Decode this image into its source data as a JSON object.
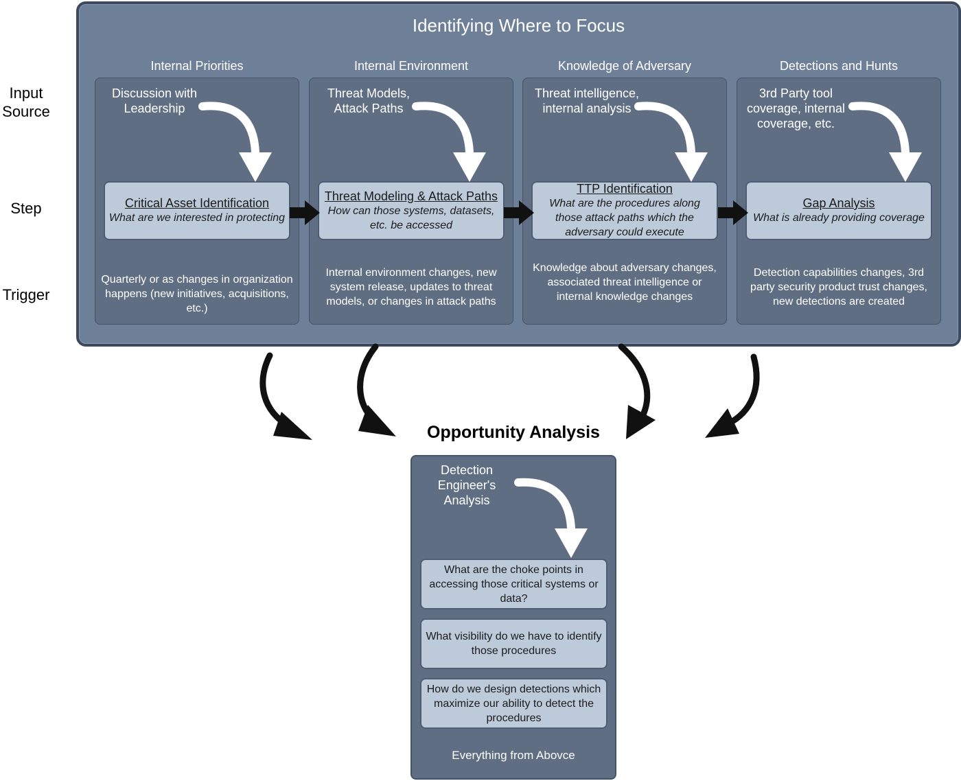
{
  "row_labels": {
    "input_source": "Input\nSource",
    "step": "Step",
    "trigger": "Trigger"
  },
  "focus": {
    "title": "Identifying Where to Focus",
    "columns": [
      {
        "header": "Internal Priorities",
        "input": "Discussion with\nLeadership",
        "step_title": "Critical Asset Identification",
        "step_desc": "What are we interested in protecting",
        "trigger": "Quarterly or as changes in organization happens (new initiatives, acquisitions, etc.)"
      },
      {
        "header": "Internal Environment",
        "input": "Threat Models,\nAttack Paths",
        "step_title": "Threat Modeling & Attack Paths",
        "step_desc": "How can those systems, datasets, etc. be accessed",
        "trigger": "Internal environment changes, new system release, updates to threat models, or changes in attack paths"
      },
      {
        "header": "Knowledge of Adversary",
        "input": "Threat intelligence,\ninternal analysis",
        "step_title": "TTP Identification",
        "step_desc": "What are the procedures along those attack paths which the adversary could execute",
        "trigger": "Knowledge about adversary changes, associated threat intelligence or internal knowledge changes"
      },
      {
        "header": "Detections and Hunts",
        "input": "3rd Party tool\ncoverage, internal\ncoverage, etc.",
        "step_title": "Gap Analysis",
        "step_desc": "What is already providing coverage",
        "trigger": "Detection capabilities changes, 3rd party security product trust changes, new detections are created"
      }
    ]
  },
  "opportunity": {
    "title": "Opportunity Analysis",
    "input": "Detection\nEngineer's\nAnalysis",
    "questions": [
      "What are the choke points in accessing those critical systems or data?",
      "What visibility do we have to identify those procedures",
      "How do we design detections which maximize our ability to detect the procedures"
    ],
    "footer": "Everything from Abovce"
  },
  "colors": {
    "outer_panel": "#6e7f98",
    "column_panel": "#5f6e83",
    "step_box": "#bccada",
    "arrow_dark": "#111111",
    "arrow_light": "#ffffff"
  },
  "icons": {
    "input_arrow": "curved-down-arrow-icon",
    "step_arrow": "right-arrow-icon",
    "flow_arrow": "curved-arrow-icon"
  }
}
